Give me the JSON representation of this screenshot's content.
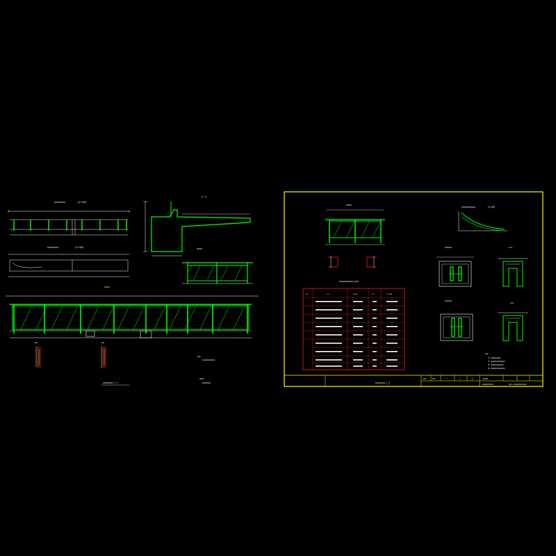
{
  "colors": {
    "background": "#000000",
    "structure": "#00ff00",
    "hatch": "#00cc00",
    "lines": "#ffffff",
    "frame": "#ffff00",
    "red": "#ff2020",
    "text": "#ffffff"
  },
  "left_sheet": {
    "view_elevation_title": "xxxxxxxx",
    "view_elevation_scale": "(1:100)",
    "view_plan_title": "xxxxxxxx",
    "view_plan_scale": "(1:100)",
    "view_section_title": "x—x",
    "view_detail_title": "xxxx",
    "view_main_title": "xxxx",
    "detail_a_title": "xx",
    "detail_b_title": "xx",
    "note_title": "xx:",
    "note_text": "1.xxxxxxxx",
    "sheet_title": "xxxxxxx (一)",
    "sheet_label": "xxx",
    "sheet_number": "xxxxxx"
  },
  "right_sheet": {
    "view_elevation_title": "xxxx",
    "view_curve_title": "xxxxxxxxxx",
    "view_curve_scale": "(1:50)",
    "view_plan_title": "xxxxx",
    "view_section_a_title": "x-x",
    "view_section_b_title": "xxxxx",
    "view_section_c_title": "x-x",
    "table_title": "xxxxxxxxxx (xx)",
    "table_headers": [
      "xx",
      "x x",
      "xxxx",
      "x x",
      "x x (x)"
    ],
    "notes": [
      "xx:",
      "1. xxxxxxx",
      "2. xxxxxxxxxx",
      "3. xxxxxxxxx",
      "4. xxxxxxxxxx"
    ],
    "title_block": {
      "cells": [
        "xx",
        "xx",
        "一",
        "二",
        "三",
        "xxxx"
      ],
      "drawing_title": "xxxxxxx (二)",
      "project": "xxxxxxxx",
      "drawing_name": "xx—xxxxxxxxx"
    }
  }
}
